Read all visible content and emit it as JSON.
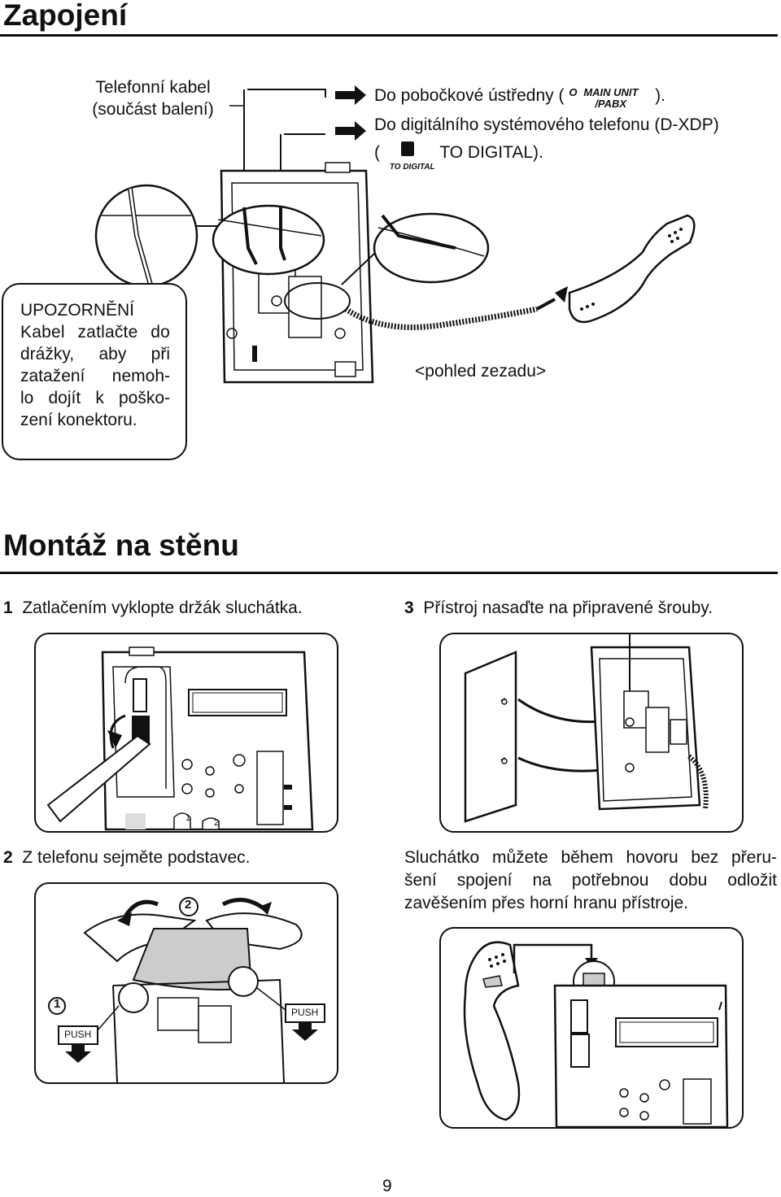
{
  "header": {
    "title": "Zapojení"
  },
  "connection": {
    "cable_label_line1": "Telefonní kabel",
    "cable_label_line2": "(součást balení)",
    "pabx_prefix": "Do pobočkové ústředny (",
    "pabx_icon_main": "MAIN UNIT",
    "pabx_icon_sub": "/PABX",
    "pabx_suffix": ").",
    "digital_line1": "Do digitálního systémového telefonu (D-XDP)",
    "digital_open": "(",
    "digital_icon_label": "TO DIGITAL",
    "digital_suffix": "TO DIGITAL).",
    "warning_title": "UPOZORNĚNÍ",
    "warning_lines": [
      "Kabel zatlačte do",
      "drážky, aby při",
      "zatažení nemoh-",
      "lo dojít k poško-",
      "zení konektoru."
    ],
    "rear_view_label": "<pohled zezadu>"
  },
  "wall_mount": {
    "title": "Montáž na stěnu",
    "step1_num": "1",
    "step1_text": "Zatlačením vyklopte držák sluchátka.",
    "step3_num": "3",
    "step3_text": "Přístroj nasaďte na připravené šrouby.",
    "step2_num": "2",
    "step2_text": "Z telefonu sejměte podstavec.",
    "note_lines": [
      "Sluchátko můžete během hovoru bez přeru-",
      "šení spojení na potřebnou dobu odložit",
      "zavěšením přes horní hranu přístroje."
    ],
    "push_label": "PUSH",
    "circle_one": "1",
    "circle_two": "2",
    "key_one": "1",
    "key_two": "2"
  },
  "footer": {
    "page_number": "9"
  }
}
